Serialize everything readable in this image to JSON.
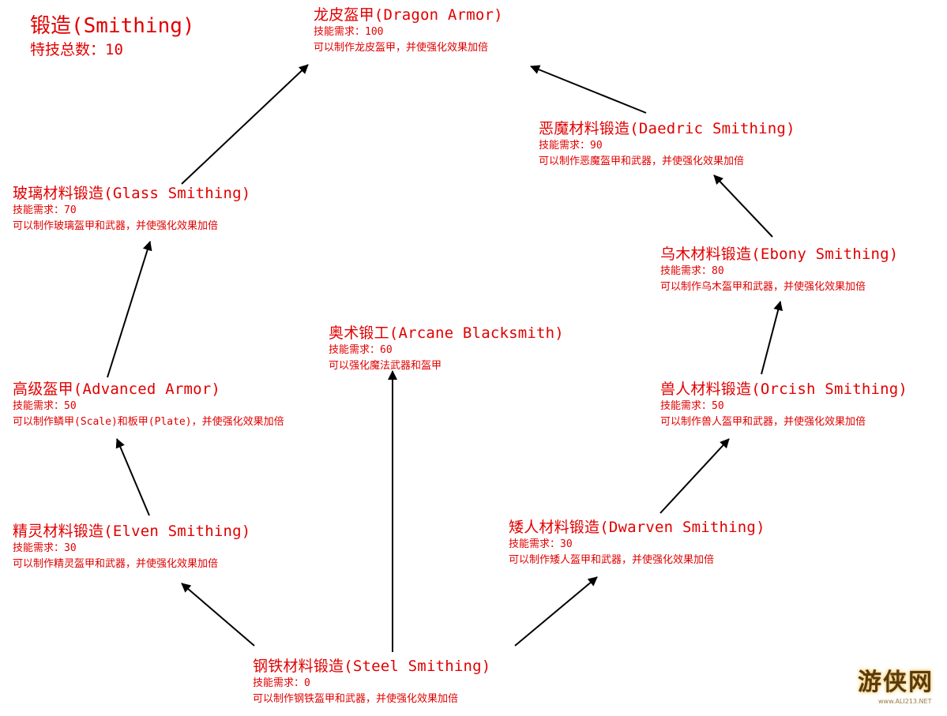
{
  "header": {
    "title": "锻造(Smithing)",
    "count": "特技总数：10"
  },
  "colors": {
    "text": "#e10000",
    "arrow": "#000000",
    "background": "#ffffff"
  },
  "nodes": [
    {
      "id": "dragon",
      "name": "龙皮盔甲(Dragon Armor)",
      "req": "技能需求：100",
      "desc": "可以制作龙皮盔甲，并使强化效果加倍"
    },
    {
      "id": "daedric",
      "name": "恶魔材料锻造(Daedric Smithing)",
      "req": "技能需求：90",
      "desc": "可以制作恶魔盔甲和武器，并使强化效果加倍"
    },
    {
      "id": "glass",
      "name": "玻璃材料锻造(Glass Smithing)",
      "req": "技能需求：70",
      "desc": "可以制作玻璃盔甲和武器，并使强化效果加倍"
    },
    {
      "id": "ebony",
      "name": "乌木材料锻造(Ebony Smithing)",
      "req": "技能需求：80",
      "desc": "可以制作乌木盔甲和武器，并使强化效果加倍"
    },
    {
      "id": "arcane",
      "name": "奥术锻工(Arcane Blacksmith)",
      "req": "技能需求：60",
      "desc": "可以强化魔法武器和盔甲"
    },
    {
      "id": "advanced",
      "name": "高级盔甲(Advanced Armor)",
      "req": "技能需求：50",
      "desc": "可以制作鳞甲(Scale)和板甲(Plate)，并使强化效果加倍"
    },
    {
      "id": "orcish",
      "name": "兽人材料锻造(Orcish Smithing)",
      "req": "技能需求：50",
      "desc": "可以制作兽人盔甲和武器，并使强化效果加倍"
    },
    {
      "id": "elven",
      "name": "精灵材料锻造(Elven Smithing)",
      "req": "技能需求：30",
      "desc": "可以制作精灵盔甲和武器，并使强化效果加倍"
    },
    {
      "id": "dwarven",
      "name": "矮人材料锻造(Dwarven Smithing)",
      "req": "技能需求：30",
      "desc": "可以制作矮人盔甲和武器，并使强化效果加倍"
    },
    {
      "id": "steel",
      "name": "钢铁材料锻造(Steel Smithing)",
      "req": "技能需求：0",
      "desc": "可以制作钢铁盔甲和武器，并使强化效果加倍"
    }
  ],
  "edges": [
    {
      "from": "steel",
      "to": "elven"
    },
    {
      "from": "steel",
      "to": "arcane"
    },
    {
      "from": "steel",
      "to": "dwarven"
    },
    {
      "from": "elven",
      "to": "advanced"
    },
    {
      "from": "advanced",
      "to": "glass"
    },
    {
      "from": "glass",
      "to": "dragon"
    },
    {
      "from": "dwarven",
      "to": "orcish"
    },
    {
      "from": "orcish",
      "to": "ebony"
    },
    {
      "from": "ebony",
      "to": "daedric"
    },
    {
      "from": "daedric",
      "to": "dragon"
    }
  ],
  "logo": {
    "glyphs": "游侠网",
    "url": "www.ALI213.NET"
  }
}
